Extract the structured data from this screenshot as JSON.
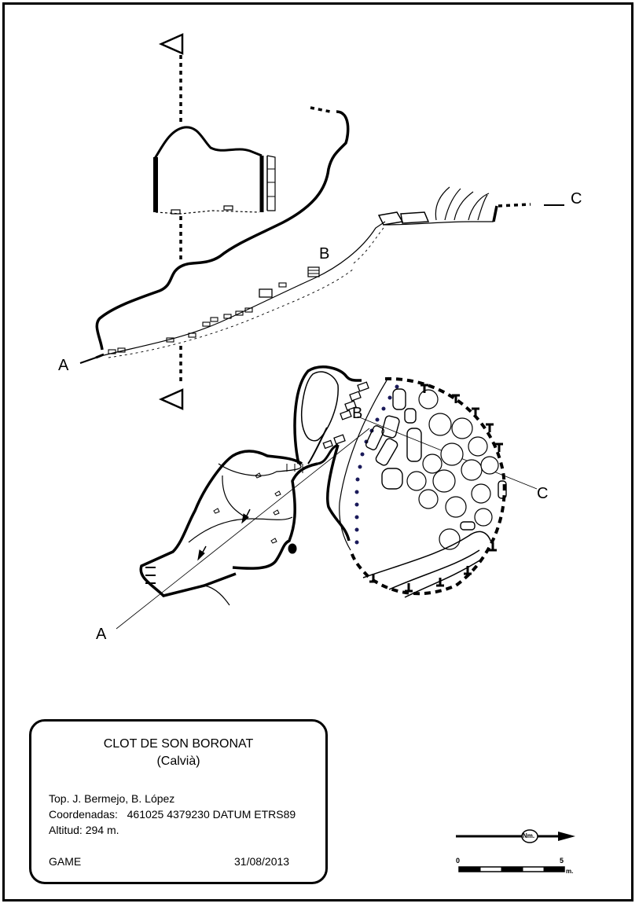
{
  "section_labels": {
    "a": "A",
    "b": "B",
    "c": "C"
  },
  "plan_labels": {
    "a": "A",
    "b": "B",
    "c": "C"
  },
  "title_block": {
    "title": "CLOT DE SON BORONAT",
    "subtitle": "(Calvià)",
    "topography": "Top.  J. Bermejo, B. López",
    "coordinates_label": "Coordenadas:",
    "coordinates_value": "461025 4379230 DATUM ETRS89",
    "altitude": "Altitud:  294 m.",
    "group": "GAME",
    "date": "31/08/2013"
  },
  "north_arrow": {
    "label": "Nm."
  },
  "scale_bar": {
    "start": "0",
    "end": "5",
    "unit": "m."
  }
}
